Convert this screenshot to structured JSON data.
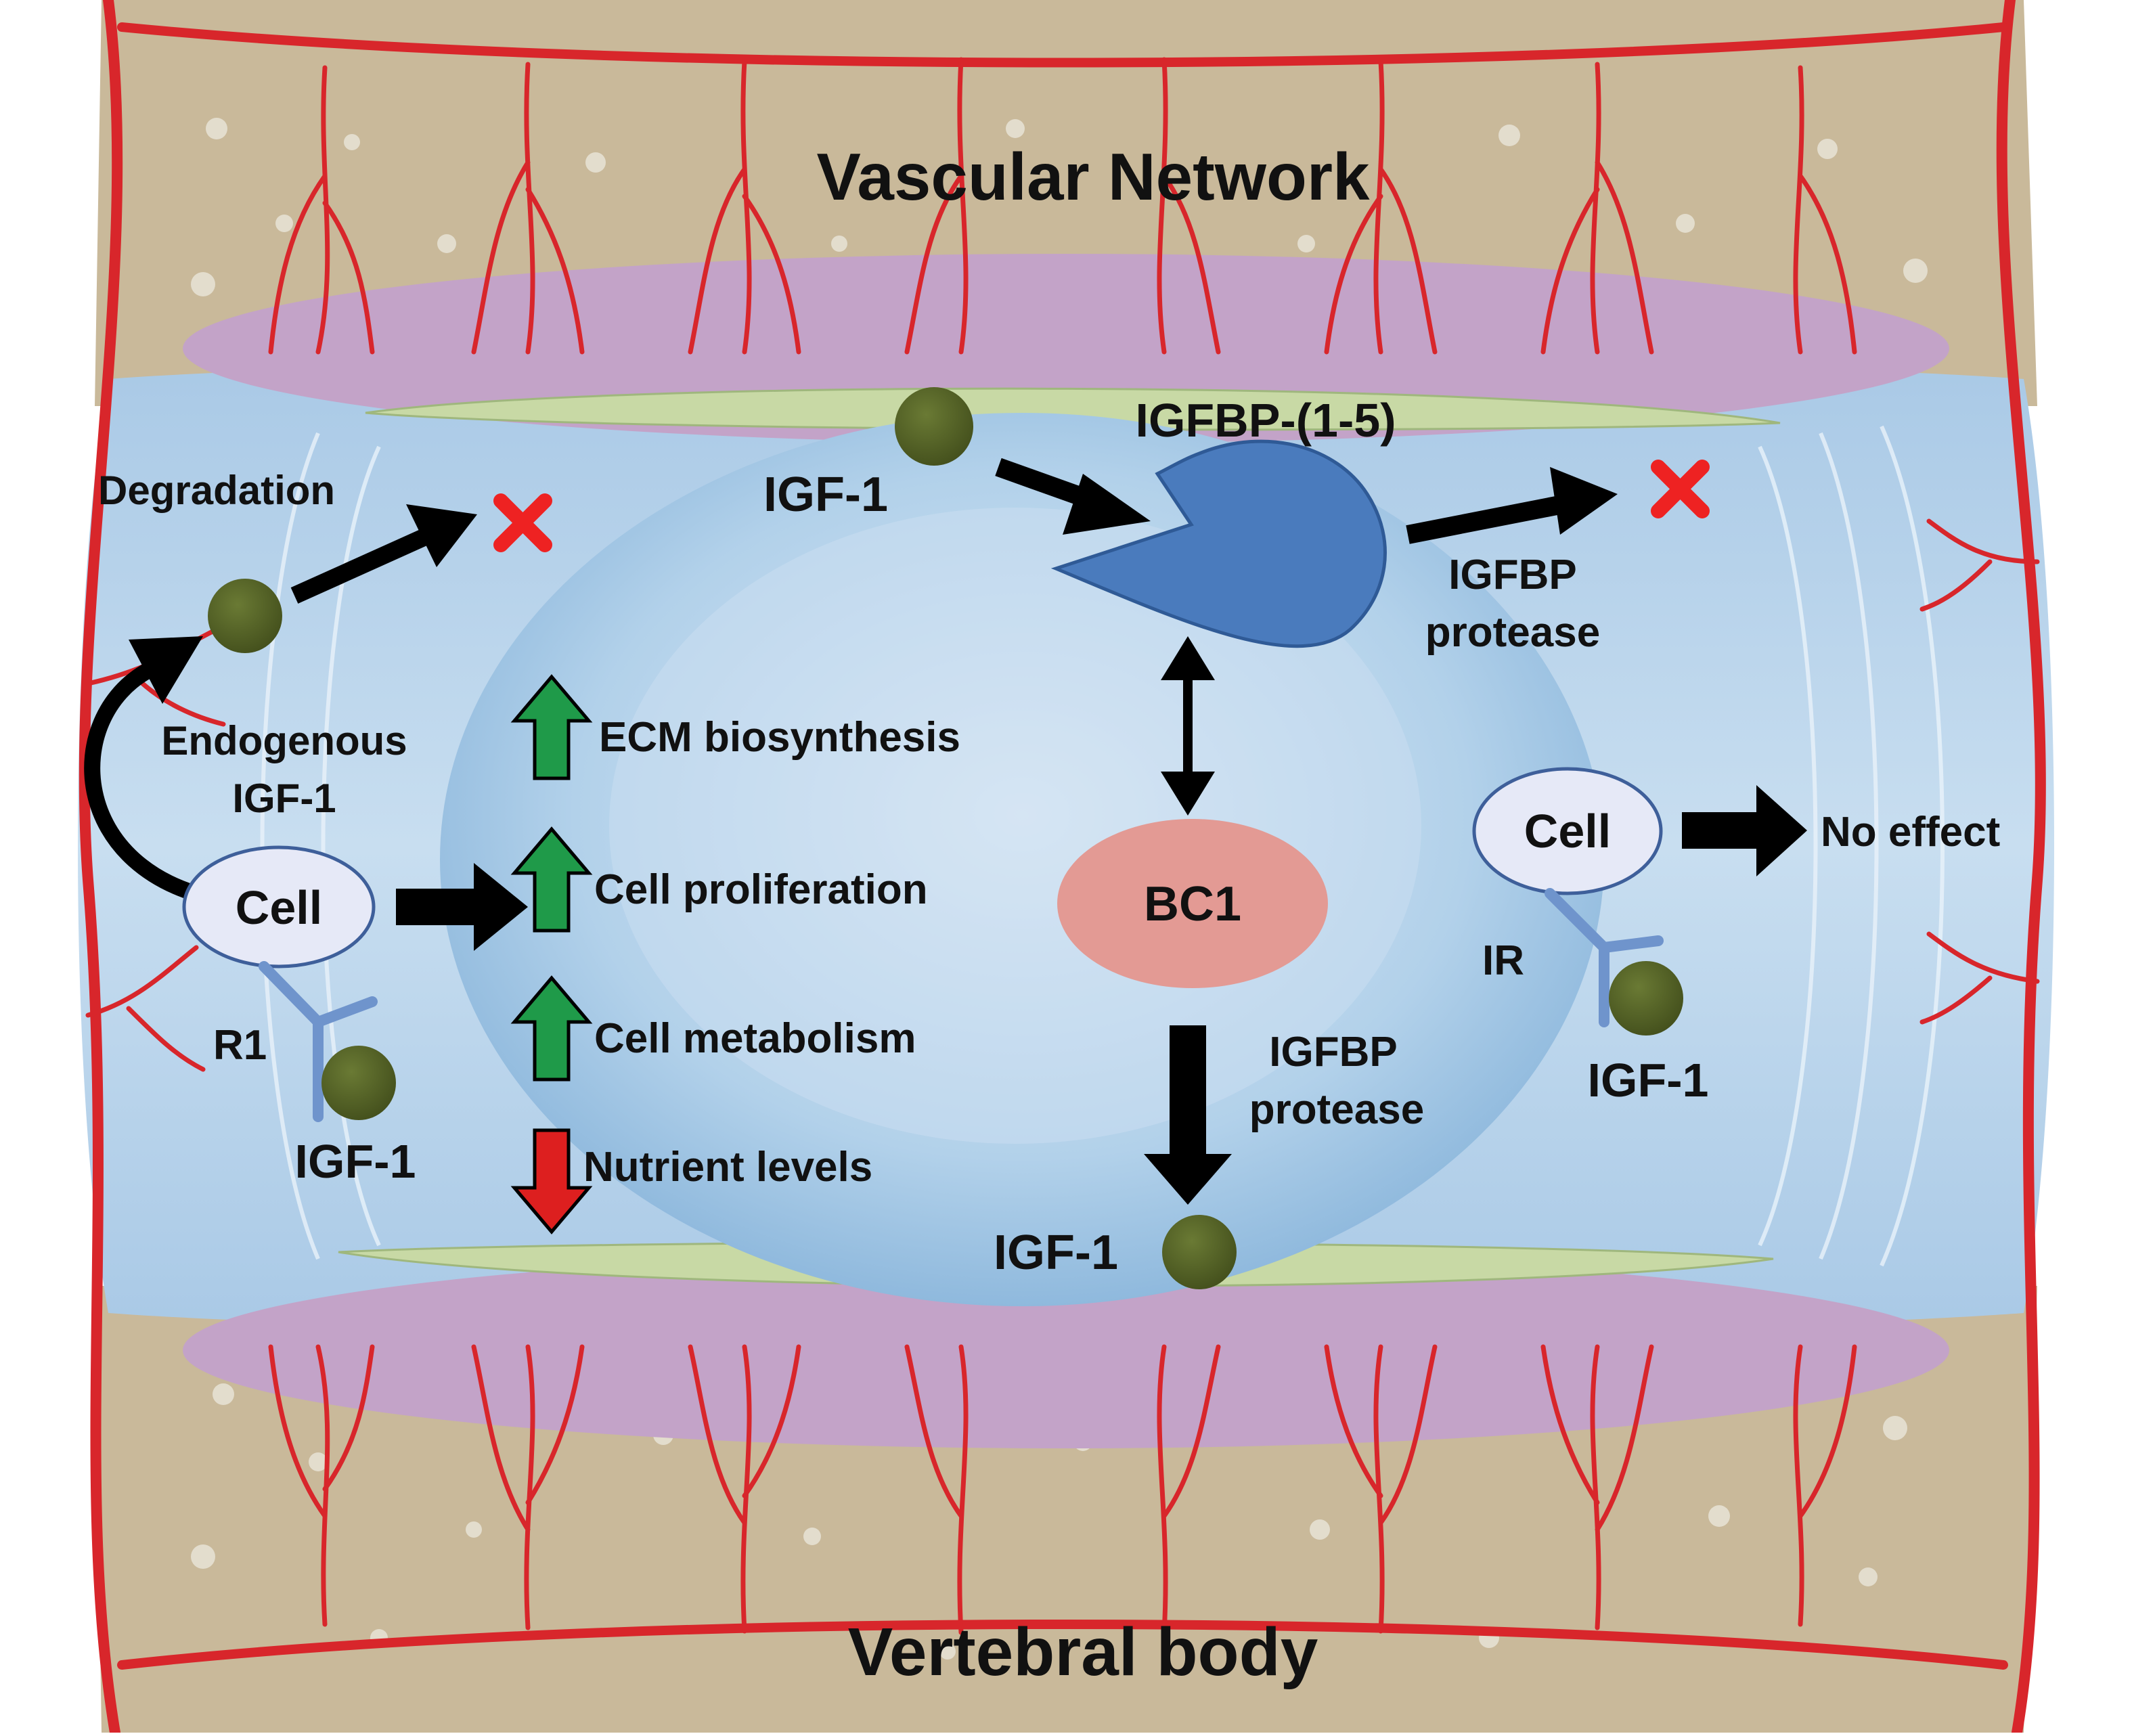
{
  "labels": {
    "vascular_network": "Vascular Network",
    "vertebral_body": "Vertebral body",
    "degradation": "Degradation",
    "endogenous_line1": "Endogenous",
    "endogenous_line2": "IGF-1",
    "cell_left": "Cell",
    "r1": "R1",
    "igf1_left_bottom": "IGF-1",
    "ecm": "ECM biosynthesis",
    "cell_proliferation": "Cell  proliferation",
    "cell_metabolism": "Cell  metabolism",
    "nutrient_levels": "Nutrient  levels",
    "igf1_top": "IGF-1",
    "igfbp": "IGFBP-(1-5)",
    "protease_right_line1": "IGFBP",
    "protease_right_line2": "protease",
    "bc1": "BC1",
    "protease_center_line1": "IGFBP",
    "protease_center_line2": "protease",
    "igf1_center_bottom": "IGF-1",
    "cell_right": "Cell",
    "no_effect": "No effect",
    "ir": "IR",
    "igf1_right_bottom": "IGF-1"
  },
  "colors": {
    "bone": "#c9b99a",
    "vessel": "#d8262b",
    "endplate_purple": "#c3a3c8",
    "endplate_green": "#c8d9a5",
    "annulus_blue": "#bcd6ea",
    "nucleus_blue": "#a9cce8",
    "igf1_dot": "#4f5d24",
    "igfbp_shape": "#4a7bbd",
    "bc1_ellipse": "#e39a94",
    "cell_ellipse": "#e6e9f7",
    "receptor": "#6f94cc",
    "up_arrow": "#1f9a49",
    "down_arrow": "#dd1f1f",
    "x_mark": "#ee2222",
    "arrow_black": "#000000"
  }
}
